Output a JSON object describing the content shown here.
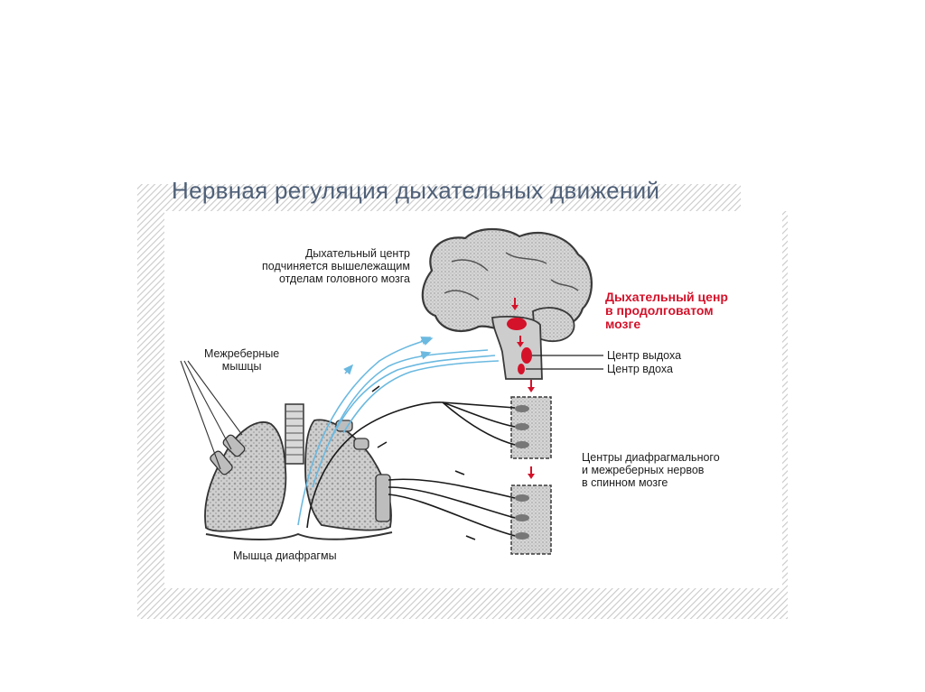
{
  "slide": {
    "title": "Нервная регуляция дыхательных движений"
  },
  "diagram": {
    "labels": {
      "center_subordinate": [
        "Дыхательный центр",
        "подчиняется вышележащим",
        "отделам головного мозга"
      ],
      "intercostal_muscles": [
        "Межреберные",
        "мышцы"
      ],
      "medulla_center": [
        "Дыхательный ценр",
        "в продолговатом",
        "мозге"
      ],
      "exhale_center": "Центр выдоха",
      "inhale_center": "Центр вдоха",
      "spinal_centers": [
        "Центры диафрагмального",
        "и межреберных нервов",
        "в спинном мозге"
      ],
      "diaphragm": "Мышца диафрагмы"
    },
    "colors": {
      "title": "#4f6078",
      "highlight_red": "#d4122a",
      "afferent_nerves": "#6bb9e0",
      "efferent_nerves": "#1a1a1a",
      "tissue_gray": "#b9b9b9"
    }
  }
}
